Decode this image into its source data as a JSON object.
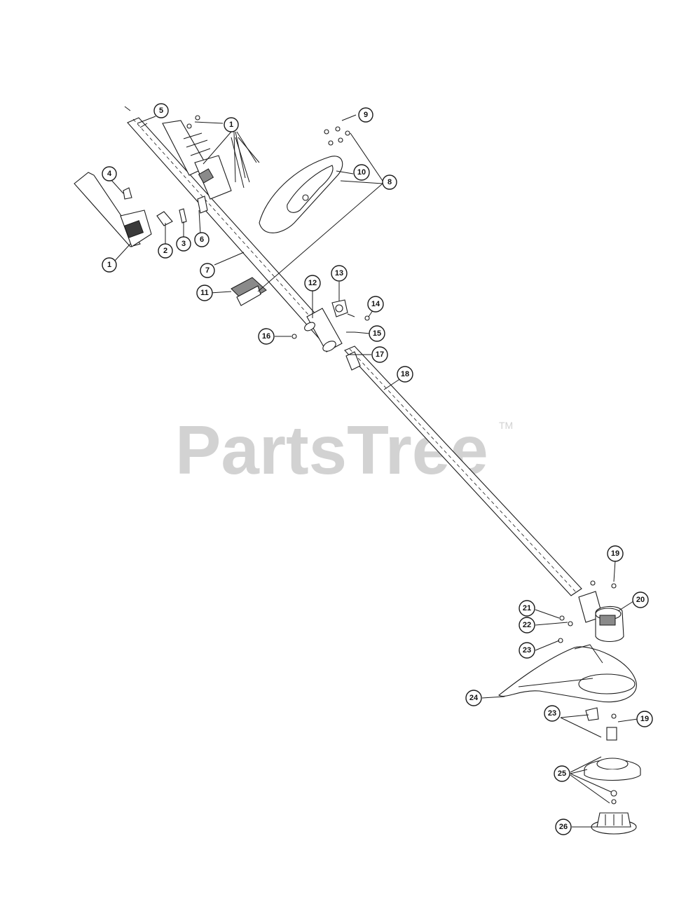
{
  "watermark": {
    "brand": "PartsTree",
    "trademark": "TM"
  },
  "callouts": [
    {
      "key": "c5",
      "label": "5"
    },
    {
      "key": "c9",
      "label": "9"
    },
    {
      "key": "c1a",
      "label": "1"
    },
    {
      "key": "c4",
      "label": "4"
    },
    {
      "key": "c10",
      "label": "10"
    },
    {
      "key": "c8",
      "label": "8"
    },
    {
      "key": "c2",
      "label": "2"
    },
    {
      "key": "c3",
      "label": "3"
    },
    {
      "key": "c6",
      "label": "6"
    },
    {
      "key": "c1b",
      "label": "1"
    },
    {
      "key": "c7",
      "label": "7"
    },
    {
      "key": "c11",
      "label": "11"
    },
    {
      "key": "c13",
      "label": "13"
    },
    {
      "key": "c12",
      "label": "12"
    },
    {
      "key": "c14",
      "label": "14"
    },
    {
      "key": "c15",
      "label": "15"
    },
    {
      "key": "c16",
      "label": "16"
    },
    {
      "key": "c17",
      "label": "17"
    },
    {
      "key": "c18",
      "label": "18"
    },
    {
      "key": "c19a",
      "label": "19"
    },
    {
      "key": "c20",
      "label": "20"
    },
    {
      "key": "c21",
      "label": "21"
    },
    {
      "key": "c22",
      "label": "22"
    },
    {
      "key": "c23a",
      "label": "23"
    },
    {
      "key": "c24",
      "label": "24"
    },
    {
      "key": "c23b",
      "label": "23"
    },
    {
      "key": "c19b",
      "label": "19"
    },
    {
      "key": "c25",
      "label": "25"
    },
    {
      "key": "c26",
      "label": "26"
    }
  ]
}
